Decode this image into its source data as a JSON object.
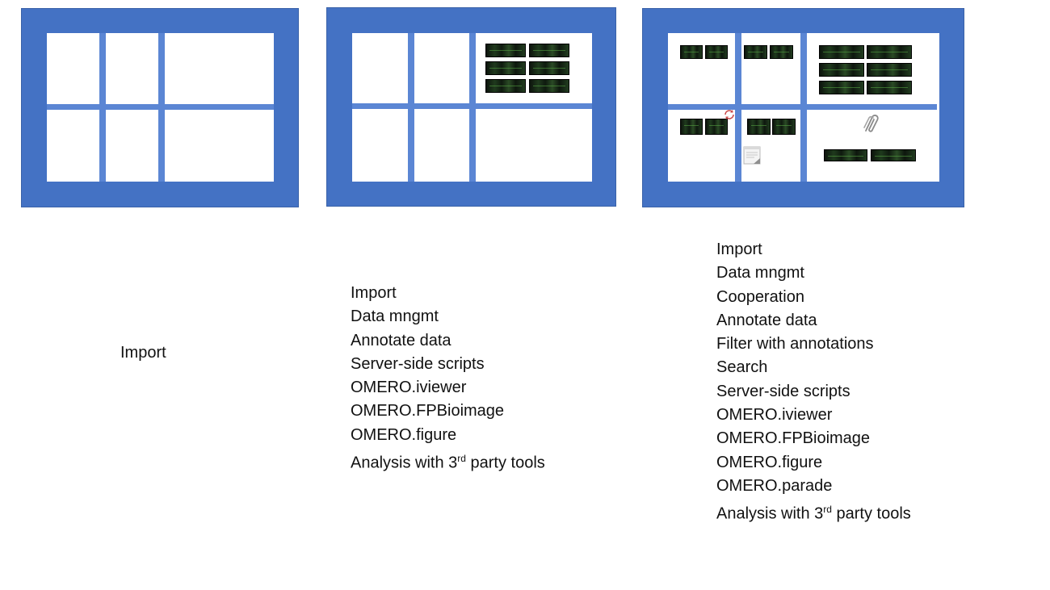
{
  "colors": {
    "panel": "#4472c4",
    "divider": "#5b86d4",
    "inner": "#ffffff",
    "text": "#111111"
  },
  "stage1": {
    "features": [
      "Import"
    ]
  },
  "stage2": {
    "features": [
      "Import",
      "Data mngmt",
      "Annotate data",
      "Server-side scripts",
      "OMERO.iviewer",
      "OMERO.FPBioimage",
      "OMERO.figure"
    ],
    "last_feature": {
      "prefix": "Analysis with 3",
      "superscript": "rd",
      "suffix": " party tools"
    }
  },
  "stage3": {
    "features": [
      "Import",
      "Data mngmt",
      "Cooperation",
      "Annotate data",
      "Filter with annotations",
      "Search",
      "Server-side scripts",
      "OMERO.iviewer",
      "OMERO.FPBioimage",
      "OMERO.figure",
      "OMERO.parade"
    ],
    "last_feature": {
      "prefix": "Analysis with 3",
      "superscript": "rd",
      "suffix": " party tools"
    },
    "icons": [
      "recycle-icon",
      "note-icon",
      "paperclip-icon"
    ]
  }
}
